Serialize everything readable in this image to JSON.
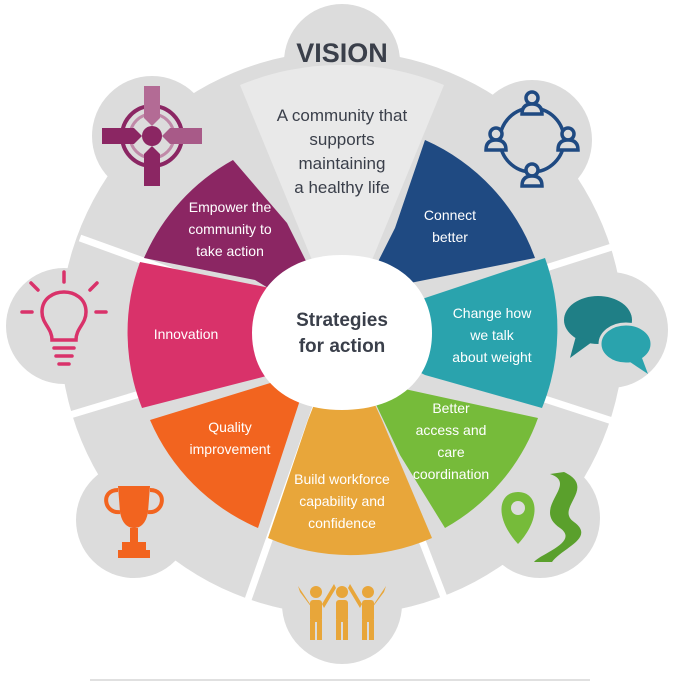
{
  "vision": {
    "title": "VISION",
    "lines": [
      "A community that",
      "supports",
      "maintaining",
      "a healthy life"
    ]
  },
  "center": {
    "lines": [
      "Strategies",
      "for action"
    ]
  },
  "segments": [
    {
      "id": "empower",
      "lines": [
        "Empower the",
        "community to",
        "take action"
      ],
      "color": "#8b2663",
      "icon": "joined-hands-icon"
    },
    {
      "id": "connect",
      "lines": [
        "Connect",
        "better"
      ],
      "color": "#1f4a82",
      "icon": "connected-people-icon"
    },
    {
      "id": "change",
      "lines": [
        "Change how",
        "we talk",
        "about weight"
      ],
      "color": "#2aa3ad",
      "icon": "speech-bubbles-icon"
    },
    {
      "id": "access",
      "lines": [
        "Better",
        "access and",
        "care",
        "coordination"
      ],
      "color": "#76bb3a",
      "icon": "map-pin-road-icon"
    },
    {
      "id": "workforce",
      "lines": [
        "Build workforce",
        "capability and",
        "confidence"
      ],
      "color": "#e8a63a",
      "icon": "team-people-icon"
    },
    {
      "id": "quality",
      "lines": [
        "Quality",
        "improvement"
      ],
      "color": "#f2641f",
      "icon": "trophy-icon"
    },
    {
      "id": "innovation",
      "lines": [
        "Innovation"
      ],
      "color": "#d9326a",
      "icon": "lightbulb-icon"
    }
  ],
  "colors": {
    "rim": "#d9d9d9",
    "text_dark": "#3a3f4a",
    "white": "#ffffff"
  }
}
